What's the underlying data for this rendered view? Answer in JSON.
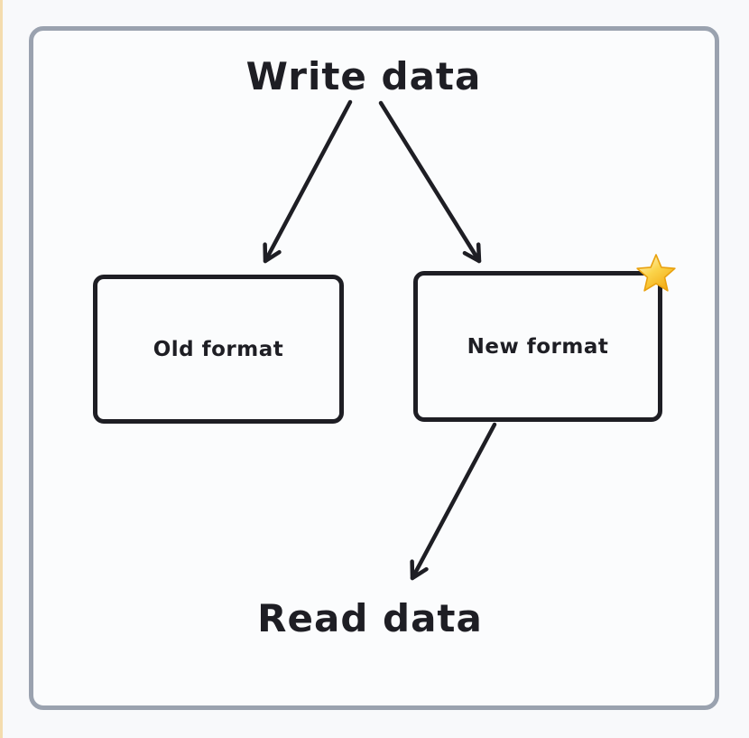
{
  "diagram": {
    "title": "Write data",
    "footer": "Read data",
    "nodes": [
      {
        "id": "old-format",
        "label": "Old format"
      },
      {
        "id": "new-format",
        "label": "New format",
        "badge": "star"
      }
    ],
    "edges": [
      {
        "from": "write-data",
        "to": "old-format"
      },
      {
        "from": "write-data",
        "to": "new-format"
      },
      {
        "from": "new-format",
        "to": "read-data"
      }
    ]
  },
  "icons": {
    "star": "gold-star-emoji"
  },
  "colors": {
    "ink": "#1e1e24",
    "frame_border": "#9aa2af",
    "background": "#f8f9fb",
    "canvas": "#fbfcfd",
    "left_strip": "#f4dcae",
    "star_gold": "#f8b916",
    "star_outline": "#e9a10e"
  }
}
